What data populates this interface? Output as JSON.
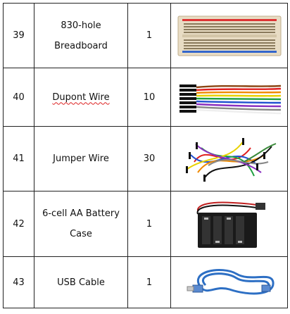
{
  "table": {
    "rows": [
      {
        "num": "39",
        "name": "830-hole\nBreadboard",
        "qty": "1",
        "image": "breadboard-image"
      },
      {
        "num": "40",
        "name": "Dupont Wire",
        "qty": "10",
        "image": "dupont-wire-image"
      },
      {
        "num": "41",
        "name": "Jumper Wire",
        "qty": "30",
        "image": "jumper-wire-image"
      },
      {
        "num": "42",
        "name": "6-cell AA Battery\nCase",
        "qty": "1",
        "image": "battery-case-image"
      },
      {
        "num": "43",
        "name": "USB Cable",
        "qty": "1",
        "image": "usb-cable-image"
      }
    ]
  },
  "colors": {
    "border": "#222222",
    "spellcheck": "#dd2222",
    "breadboard": "#e8dcc4",
    "usb_cable": "#2d6fc4"
  }
}
